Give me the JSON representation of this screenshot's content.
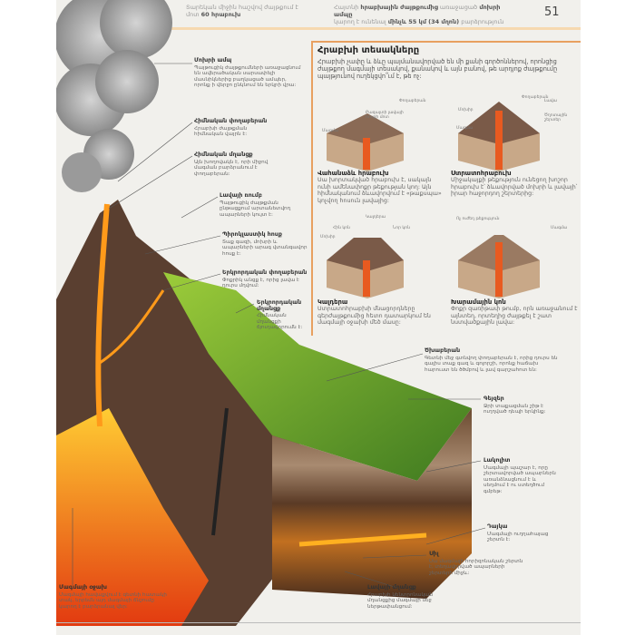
{
  "header": {
    "left_note": [
      "Տարեկան միջին հաշվով ժայթքում է",
      "մոտ",
      "60 հրաբուխ"
    ],
    "right_note": [
      "Հայտնի",
      "հրաբխային ժայթքումից",
      "առաջացած",
      "մոխրի ամպը",
      "կարող է ունենալ",
      "մինչև 55 կմ (34 մղոն)",
      "բարձրություն"
    ],
    "page_number": "51"
  },
  "labels": [
    {
      "title": "Մոխրի ամպ",
      "text": "Պայթուցիկ ժայթքումների առաջացնում են ավերածական սարսափելի մասնիկներից բաղկացած ամպեր, որոնք ի վերջո ընկնում են երկրի վրա:"
    },
    {
      "title": "Հիմնական փողաբերան",
      "text": "Հրաբխի ժայթքման հիմնական վայրն է:"
    },
    {
      "title": "Հիմնական մղանցք",
      "text": "Այն խողովակն է, որի միջով մագման բարձրանում է փողաբերան:"
    },
    {
      "title": "Լավայի ռումբ",
      "text": "Պայթուցիկ ժայթքման ընթացքում արտանետվող ապարների կույտ է:"
    },
    {
      "title": "Պիրոկլաստիկ հոսք",
      "text": "Տաք գազի, մոխրի և ապարների արագ վտանգավոր հոսք է:"
    },
    {
      "title": "Երկրորդական փողաբերան",
      "text": "Փոքրիկ անցք է, որից լավա է դուրս մղվում:"
    },
    {
      "title": "Երկրորդական մղանցք",
      "text": "Հիմնական մղանցքի ճյուղավորումն է:"
    },
    {
      "title": "Ծխաբերան",
      "text": "Գետնի մեջ գտնվող փողաբերան է, որից դուրս են գալիս տաք գազ և գոլորշի, որոնք հաճախ հարուստ են ծծմբով և լավ գարշահոտ են:"
    },
    {
      "title": "Գեյզեր",
      "text": "Ջրի տաքացման շիթ է ուղղված դեպի երկինք:"
    },
    {
      "title": "Լակոլիտ",
      "text": "Մագմայի պաշար է, որը շերտավորված ապարներն առանձնացնում է և սեղմում է ու ստեղծում գմբեթ:"
    },
    {
      "title": "Դայկա",
      "text": "Մագմայի ուղղահայաց շերտն է:"
    },
    {
      "title": "Սիլ",
      "text": "Սա մագմայի հորիզոնական շերտն է, տեղավորված ապարների շերտերի միջև:"
    },
    {
      "title": "Լավայի մղանցք",
      "text": "Հրաբխի կենտրոնական մղանցքից մագմայի մեջ ներթափանցում:"
    },
    {
      "title": "Մագմայի օջախ",
      "text": "Մագմայի հավաքվում է գետնի հատակի տակ, երբեմն այդ մագմայի ճնշումը կարող է բարձրանալ վեր:"
    }
  ],
  "types_panel": {
    "title": "Հրաբխի տեսակները",
    "intro": "Հրաբխի չափը և ձևը պայմանավորված են մի քանի գործոններով, որոնցից ժայթքող մագմայի տեսակով, քանակով և այն բանով, թե արդյոք ժայթքումը պայթյունով ուղեկցվո՞ւմ է, թե ոչ:",
    "types": [
      {
        "title": "Վահանաձև հրաբուխ",
        "text": "Սա խորտակված հրաբուխ է, սակայն ունի ամենափոքր թեքության կող: Այն հիմնականում ձևավորվում է «թաքսպա» կոչվող հոսուն լավայից:",
        "parts": [
          "Փողաբերան",
          "Բազալտի լավայի հոսքի մոտ",
          "Մագմա"
        ]
      },
      {
        "title": "Ստրատոհրաբուխ",
        "text": "Միջակայքի թեքություն ունեցող խոշոր հրաբուխ է՝ ձևավորված մոխրի և լավայի՝ իրար հաջորդող շերտերից:",
        "parts": [
          "Փողաբերան",
          "Մոխիր",
          "Լավա",
          "Մագմա",
          "Ծղոտային շերտեր"
        ]
      },
      {
        "title": "Կալդերա",
        "text": "Ստրատոհրաբխի մնացորդները գերժայթքումից հետո դատարկում են մագմայի օջախի մեծ մասը:",
        "parts": [
          "Կալդերա",
          "Հին կոն",
          "Նոր կոն",
          "Մոխիր"
        ]
      },
      {
        "title": "Խարամային կոն",
        "text": "Փոքր զառիթափ թումբ, որն առաջանում է այնտեղ, որտեղից ժայթքել է շատ նստվածքային լավա:",
        "parts": [
          "Ոչ ուժեղ թեքություն",
          "Մագմա"
        ]
      }
    ]
  }
}
